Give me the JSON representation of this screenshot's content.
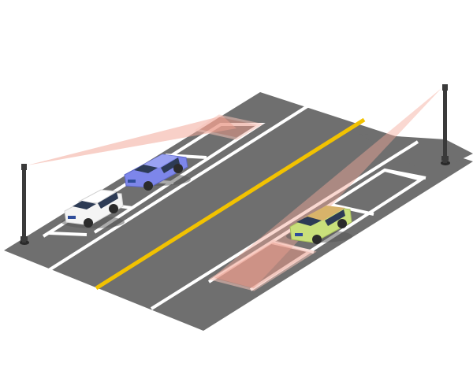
{
  "scene": {
    "description_free": true,
    "colors": {
      "background": "#ffffff",
      "asphalt": "#6f6f6f",
      "asphalt_dark": "#5f5f5f",
      "lane_line": "#ffffff",
      "center_line": "#f2c200",
      "sensor_beam": "#f3a99a",
      "sensor_zone_fill": "#e99a8a",
      "sensor_zone_edge": "#f7c3b8",
      "lamp_post": "#3a3a3a",
      "car_white": "#f4f4f4",
      "car_blue": "#7d86ea",
      "car_green": "#c9e07b",
      "car_roof_tan": "#d8b36a",
      "window": "#2d3b55",
      "plate": "#2f4d9a",
      "tire": "#2b2b2b"
    },
    "objects": [
      {
        "kind": "road",
        "name": "parking-road"
      },
      {
        "kind": "lamp-post",
        "name": "left-sensor-pole"
      },
      {
        "kind": "lamp-post",
        "name": "right-sensor-pole"
      },
      {
        "kind": "vehicle",
        "name": "white-suv",
        "color": "white"
      },
      {
        "kind": "vehicle",
        "name": "blue-sedan",
        "color": "blue"
      },
      {
        "kind": "vehicle",
        "name": "green-suv",
        "color": "green"
      },
      {
        "kind": "sensor-beam",
        "name": "left-detection-beam"
      },
      {
        "kind": "sensor-beam",
        "name": "right-detection-beam"
      }
    ]
  }
}
